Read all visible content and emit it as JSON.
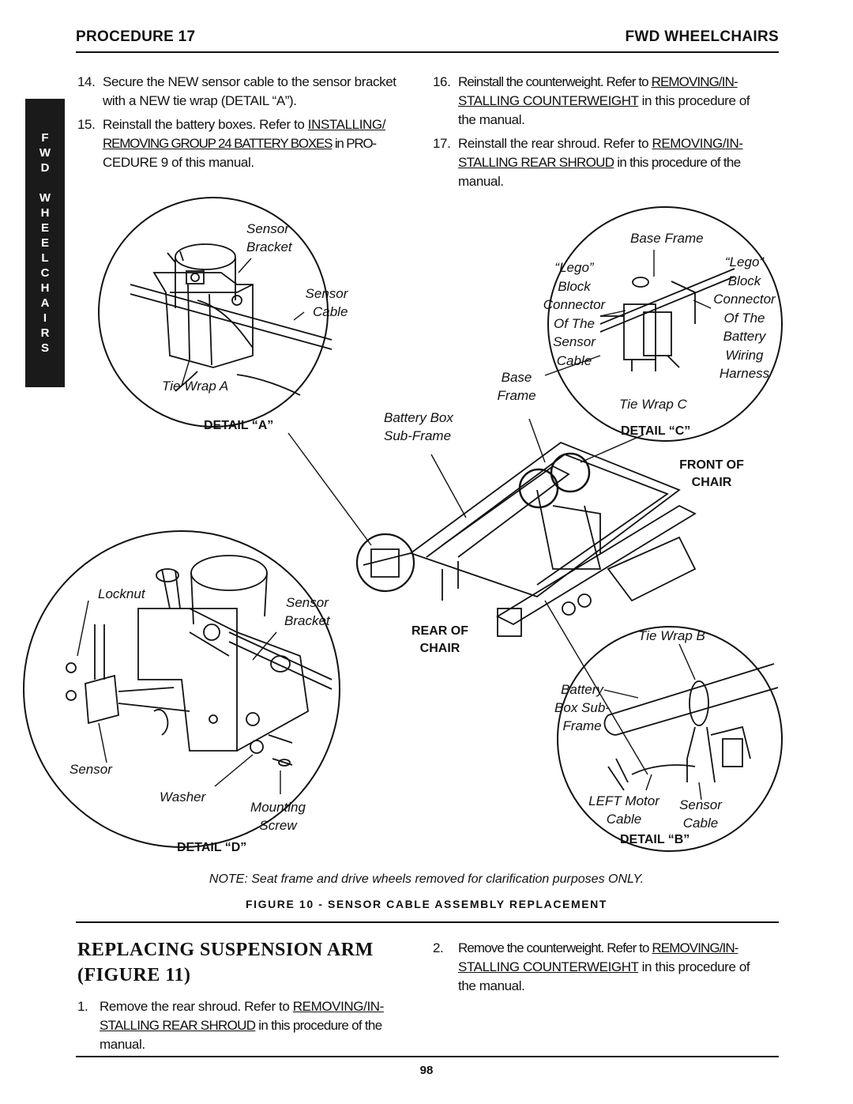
{
  "header": {
    "left": "PROCEDURE 17",
    "right": "FWD WHEELCHAIRS"
  },
  "side_tab": [
    "F",
    "W",
    "D",
    "",
    "W",
    "H",
    "E",
    "E",
    "L",
    "C",
    "H",
    "A",
    "I",
    "R",
    "S"
  ],
  "steps_top_left": [
    {
      "num": "14.",
      "lines": [
        "Secure the NEW sensor cable to the sensor bracket",
        "with a NEW tie wrap (DETAIL “A”)."
      ]
    },
    {
      "num": "15.",
      "pre": "Reinstall the battery boxes. Refer to ",
      "link1": "INSTALLING/",
      "link2": "REMOVING GROUP 24 BATTERY BOXES",
      "post2": " in PRO-",
      "last": "CEDURE 9 of this manual."
    }
  ],
  "steps_top_right": [
    {
      "num": "16.",
      "pre": "Reinstall the counterweight. Refer to ",
      "link1": "REMOVING/IN-",
      "link2": "STALLING COUNTERWEIGHT",
      "post2": " in this procedure of",
      "last": "the manual."
    },
    {
      "num": "17.",
      "pre": "Reinstall the rear shroud. Refer to ",
      "link1": "REMOVING/IN-",
      "link2": "STALLING REAR SHROUD",
      "post2": " in this procedure of the",
      "last": "manual."
    }
  ],
  "figure": {
    "detail_a": {
      "title": "DETAIL “A”",
      "sensor_bracket": [
        "Sensor",
        "Bracket"
      ],
      "sensor_cable": [
        "Sensor",
        "Cable"
      ],
      "tie_wrap": "Tie Wrap A"
    },
    "detail_c": {
      "title": "DETAIL “C”",
      "base_frame_top": "Base Frame",
      "lego_left": [
        "“Lego”",
        "Block",
        "Connector",
        "Of The",
        "Sensor",
        "Cable"
      ],
      "lego_right": [
        "“Lego”",
        "Block",
        "Connector",
        "Of The",
        "Battery",
        "Wiring",
        "Harness"
      ],
      "base_frame": [
        "Base",
        "Frame"
      ],
      "tie_wrap": "Tie Wrap C"
    },
    "battery_box": [
      "Battery Box",
      "Sub-Frame"
    ],
    "front": [
      "FRONT OF",
      "CHAIR"
    ],
    "rear": [
      "REAR OF",
      "CHAIR"
    ],
    "detail_d": {
      "title": "DETAIL “D”",
      "locknut": "Locknut",
      "sensor_bracket": [
        "Sensor",
        "Bracket"
      ],
      "sensor": "Sensor",
      "washer": "Washer",
      "mounting_screw": [
        "Mounting",
        "Screw"
      ]
    },
    "detail_b": {
      "title": "DETAIL “B”",
      "tie_wrap": "Tie Wrap B",
      "battery_box": [
        "Battery",
        "Box Sub-",
        "Frame"
      ],
      "left_motor": [
        "LEFT Motor",
        "Cable"
      ],
      "sensor_cable": [
        "Sensor",
        "Cable"
      ]
    },
    "note": "NOTE: Seat frame and drive wheels removed for clarification purposes ONLY.",
    "caption": "FIGURE 10 - SENSOR CABLE ASSEMBLY REPLACEMENT"
  },
  "section": {
    "title_line1": "REPLACING SUSPENSION ARM",
    "title_line2": "(FIGURE 11)"
  },
  "steps_bottom_left": [
    {
      "num": "1.",
      "pre": "Remove the rear shroud. Refer to ",
      "link1": "REMOVING/IN-",
      "link2": "STALLING REAR SHROUD",
      "post2": " in this procedure of the",
      "last": "manual."
    }
  ],
  "steps_bottom_right": [
    {
      "num": "2.",
      "pre": "Remove the counterweight. Refer to ",
      "link1": "REMOVING/IN-",
      "link2": "STALLING COUNTERWEIGHT",
      "post2": " in this procedure of",
      "last": "the manual."
    }
  ],
  "page_number": "98"
}
